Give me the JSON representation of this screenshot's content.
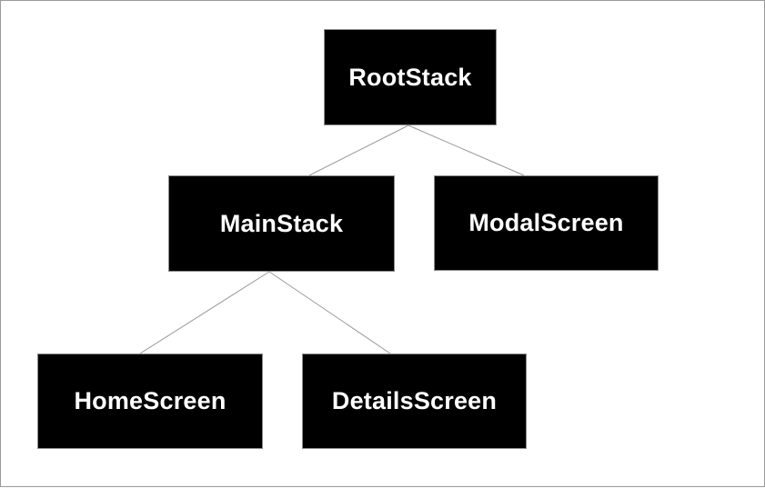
{
  "diagram": {
    "type": "tree",
    "nodes": [
      {
        "id": "rootstack",
        "label": "RootStack"
      },
      {
        "id": "mainstack",
        "label": "MainStack"
      },
      {
        "id": "modalscreen",
        "label": "ModalScreen"
      },
      {
        "id": "homescreen",
        "label": "HomeScreen"
      },
      {
        "id": "detailsscreen",
        "label": "DetailsScreen"
      }
    ],
    "edges": [
      {
        "from": "RootStack",
        "to": "MainStack"
      },
      {
        "from": "RootStack",
        "to": "ModalScreen"
      },
      {
        "from": "MainStack",
        "to": "HomeScreen"
      },
      {
        "from": "MainStack",
        "to": "DetailsScreen"
      }
    ],
    "colors": {
      "node_fill": "#000000",
      "node_text": "#ffffff",
      "node_border": "#8c8c8c",
      "edge": "#999999",
      "background": "#ffffff",
      "page_border": "#999999"
    }
  }
}
